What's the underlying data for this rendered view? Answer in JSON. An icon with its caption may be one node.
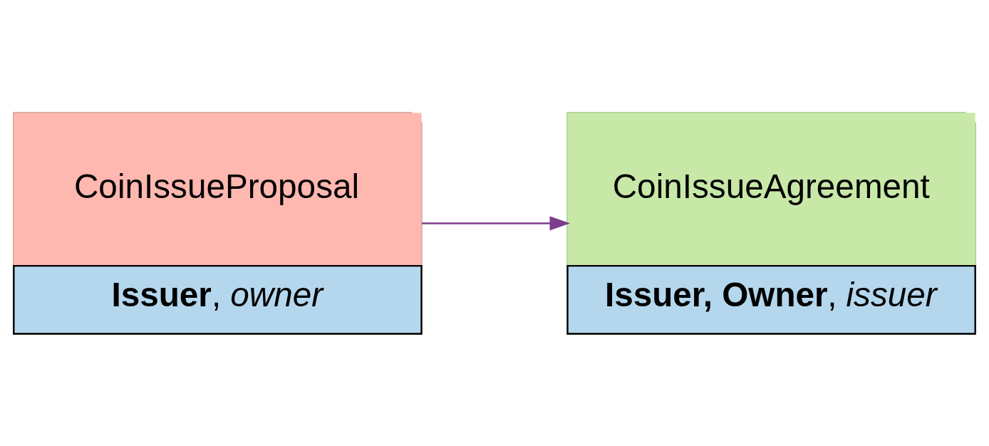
{
  "diagram": {
    "nodes": [
      {
        "text": [
          "CoinIssueProposal",
          "**Issuer**, *owner*"
        ]
      },
      {
        "text": [
          "CoinIssueAgreement",
          "**Issuer, Owner**, *issuer*"
        ]
      }
    ],
    "edges": [
      {
        "from": 0,
        "to": 1,
        "arrow": "to",
        "color": "#7d3c8c"
      }
    ]
  }
}
